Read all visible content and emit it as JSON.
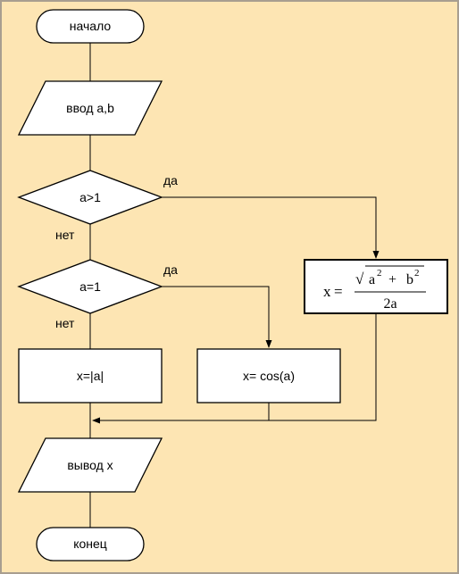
{
  "colors": {
    "background": "#fde5b3",
    "border": "#a89e90",
    "shape_fill": "#ffffff",
    "stroke": "#000000"
  },
  "blocks": {
    "start": "начало",
    "input": "ввод a,b",
    "cond1": "a>1",
    "cond2": "a=1",
    "abs": "x=|a|",
    "cos": "x= cos(a)",
    "output": "вывод x",
    "end": "конец"
  },
  "branches": {
    "cond1_yes": "да",
    "cond1_no": "нет",
    "cond2_yes": "да",
    "cond2_no": "нет"
  },
  "formula": {
    "lhs": "x",
    "equals": "=",
    "sqrt_symbol": "√",
    "a": "a",
    "a_exp": "2",
    "plus": "+",
    "b": "b",
    "b_exp": "2",
    "denominator": "2a"
  }
}
